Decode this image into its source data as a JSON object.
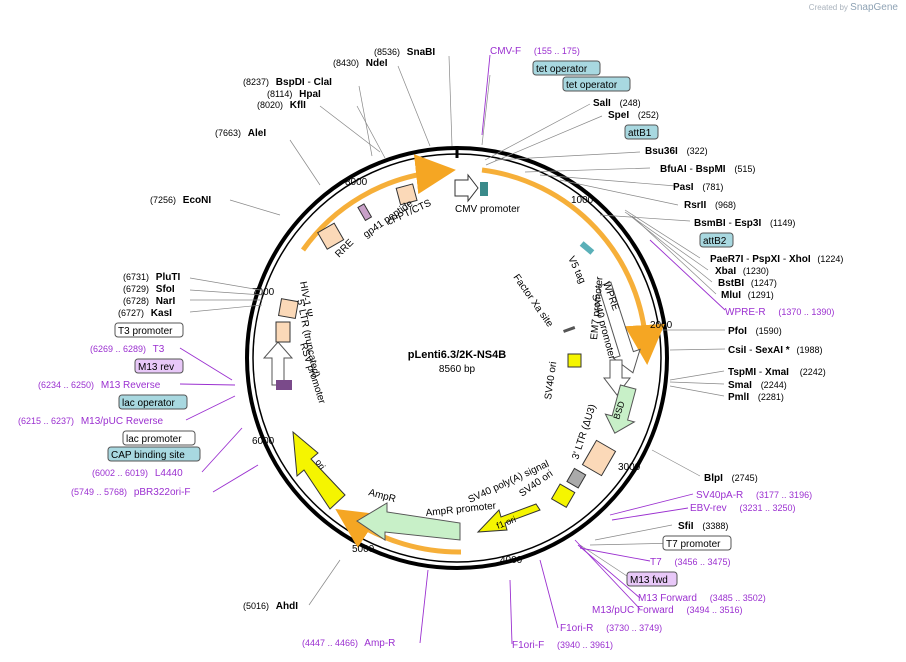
{
  "plasmid": {
    "name": "pLenti6.3/2K-NS4B",
    "length": "8560 bp",
    "total_bp": 8560
  },
  "watermark": {
    "created_by": "Created by",
    "brand": "SnapGene"
  },
  "ticks": [
    "1000",
    "2000",
    "3000",
    "4000",
    "5000",
    "6000",
    "7000",
    "8000"
  ],
  "colors": {
    "enzyme": "#000000",
    "primer": "#9b30d0",
    "orange_feature": "#f5a623",
    "promoter": "#ffffff",
    "ori": "#f5f500",
    "resistance": "#c8f0c8",
    "misc_box": "#fbd9b8",
    "tag_box": "#a8d8e0",
    "lavender_box": "#e8c8f8"
  },
  "enzymes_right": [
    {
      "name": "SalI",
      "pos": "(248)"
    },
    {
      "name": "SpeI",
      "pos": "(252)"
    },
    {
      "name": "Bsu36I",
      "pos": "(322)"
    },
    {
      "name": "BfuAI",
      "name2": "BspMI",
      "pos": "(515)"
    },
    {
      "name": "PasI",
      "pos": "(781)"
    },
    {
      "name": "RsrII",
      "pos": "(968)"
    },
    {
      "name": "BsmBI",
      "name2": "Esp3I",
      "pos": "(1149)"
    },
    {
      "name": "PaeR7I",
      "name2": "PspXI",
      "name3": "XhoI",
      "pos": "(1224)"
    },
    {
      "name": "XbaI",
      "pos": "(1230)"
    },
    {
      "name": "BstBI",
      "pos": "(1247)"
    },
    {
      "name": "MluI",
      "pos": "(1291)"
    },
    {
      "name": "PfoI",
      "pos": "(1590)"
    },
    {
      "name": "CsiI",
      "name2": "SexAI *",
      "pos": "(1988)"
    },
    {
      "name": "TspMI",
      "name2": "XmaI",
      "pos": "(2242)"
    },
    {
      "name": "SmaI",
      "pos": "(2244)"
    },
    {
      "name": "PmlI",
      "pos": "(2281)"
    },
    {
      "name": "BlpI",
      "pos": "(2745)"
    },
    {
      "name": "SfiI",
      "pos": "(3388)"
    }
  ],
  "enzymes_left": [
    {
      "name": "SnaBI",
      "pos": "(8536)"
    },
    {
      "name": "NdeI",
      "pos": "(8430)"
    },
    {
      "name": "BspDI",
      "name2": "ClaI",
      "pos": "(8237)"
    },
    {
      "name": "HpaI",
      "pos": "(8114)"
    },
    {
      "name": "KflI",
      "pos": "(8020)"
    },
    {
      "name": "AleI",
      "pos": "(7663)"
    },
    {
      "name": "EcoNI",
      "pos": "(7256)"
    },
    {
      "name": "PluTI",
      "pos": "(6731)"
    },
    {
      "name": "SfoI",
      "pos": "(6729)"
    },
    {
      "name": "NarI",
      "pos": "(6728)"
    },
    {
      "name": "KasI",
      "pos": "(6727)"
    },
    {
      "name": "AhdI",
      "pos": "(5016)"
    }
  ],
  "primers": [
    {
      "name": "CMV-F",
      "range": "(155 .. 175)"
    },
    {
      "name": "WPRE-R",
      "range": "(1370 .. 1390)"
    },
    {
      "name": "SV40pA-R",
      "range": "(3177 .. 3196)"
    },
    {
      "name": "EBV-rev",
      "range": "(3231 .. 3250)"
    },
    {
      "name": "T7",
      "range": "(3456 .. 3475)"
    },
    {
      "name": "M13 Forward",
      "range": "(3485 .. 3502)"
    },
    {
      "name": "M13/pUC Forward",
      "range": "(3494 .. 3516)"
    },
    {
      "name": "F1ori-R",
      "range": "(3730 .. 3749)"
    },
    {
      "name": "F1ori-F",
      "range": "(3940 .. 3961)"
    },
    {
      "name": "Amp-R",
      "range": "(4447 .. 4466)"
    },
    {
      "name": "pBR322ori-F",
      "range": "(5749 .. 5768)"
    },
    {
      "name": "L4440",
      "range": "(6002 .. 6019)"
    },
    {
      "name": "M13/pUC Reverse",
      "range": "(6215 .. 6237)"
    },
    {
      "name": "M13 Reverse",
      "range": "(6234 .. 6250)"
    },
    {
      "name": "T3",
      "range": "(6269 .. 6289)"
    }
  ],
  "boxed_labels": {
    "tet_operator_1": "tet operator",
    "tet_operator_2": "tet operator",
    "attB1": "attB1",
    "attB2": "attB2",
    "t7_promoter": "T7 promoter",
    "m13_fwd": "M13 fwd",
    "t3_promoter": "T3 promoter",
    "m13_rev": "M13 rev",
    "lac_operator": "lac operator",
    "lac_promoter": "lac promoter",
    "cap_binding_site": "CAP binding site"
  },
  "features": {
    "cmv_promoter": "CMV promoter",
    "v5_tag": "V5 tag",
    "wpre": "WPRE",
    "factor_xa": "Factor Xa site",
    "sv40_promoter": "SV40 promoter",
    "em7_promoter": "EM7 promoter",
    "sv40_ori_inner": "SV40 ori",
    "bsd": "BSD",
    "ltr3": "3' LTR (ΔU3)",
    "sv40_polya": "SV40 poly(A) signal",
    "sv40_ori": "SV40 ori",
    "f1_ori": "f1 ori",
    "ampr_promoter": "AmpR promoter",
    "ampr": "AmpR",
    "ori": "ori",
    "rsv_promoter": "RSV promoter",
    "ltr5": "5' LTR (truncated)",
    "hiv_psi": "HIV-1 Ψ",
    "rre": "RRE",
    "gp41": "gp41 peptide",
    "cppt": "cPPT/CTS"
  }
}
